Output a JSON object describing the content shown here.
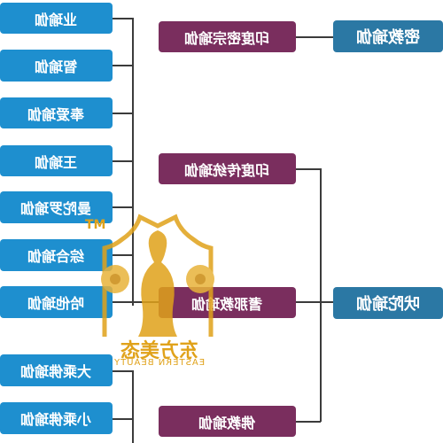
{
  "left_items": [
    {
      "label": "业瑜伽"
    },
    {
      "label": "智瑜伽"
    },
    {
      "label": "奉爱瑜伽"
    },
    {
      "label": "王瑜伽"
    },
    {
      "label": "曼陀罗瑜伽"
    },
    {
      "label": "综合瑜伽"
    },
    {
      "label": "哈他瑜伽"
    },
    {
      "label": "大乘佛瑜伽"
    },
    {
      "label": "小乘佛瑜伽"
    }
  ],
  "middle_items": [
    {
      "label": "印度密宗瑜伽"
    },
    {
      "label": "印度传统瑜伽"
    },
    {
      "label": "耆那教瑜伽"
    },
    {
      "label": "佛教瑜伽"
    }
  ],
  "right_items": [
    {
      "label": "密教瑜伽"
    },
    {
      "label": "吠陀瑜伽"
    }
  ],
  "logo": {
    "tm": "TM",
    "cn": "东方美态",
    "en": "EASTERN BEAUTY"
  },
  "colors": {
    "left_box": "#1e8fcf",
    "middle_box": "#7a2e5e",
    "right_box": "#2b78a4",
    "connector": "#3b3b3b",
    "logo": "#e0a21a"
  }
}
